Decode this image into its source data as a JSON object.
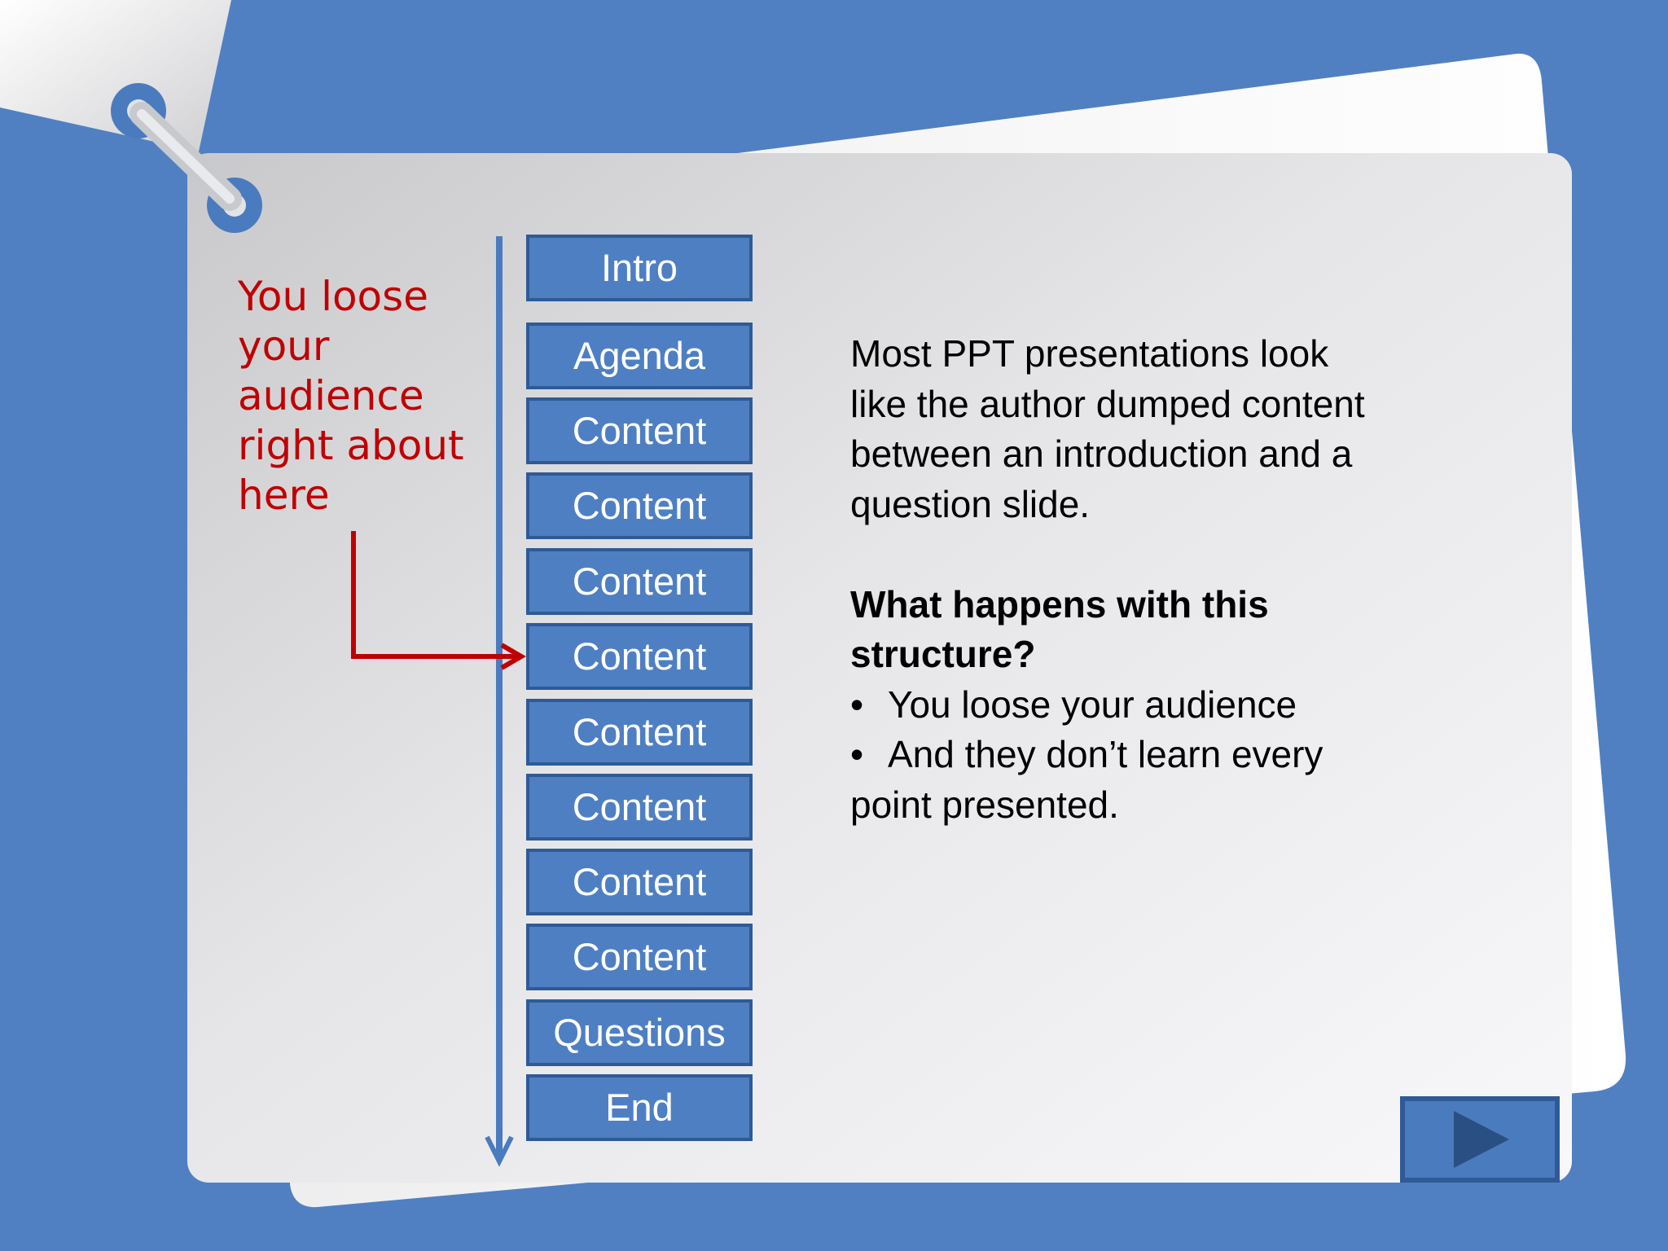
{
  "colors": {
    "background": "#5080c1",
    "sequence_box_fill": "#4e7fc3",
    "sequence_box_border": "#2f5a96",
    "annotation_red": "#c00000",
    "card": "#f2f2f4"
  },
  "annotation": {
    "text": "You loose\nyour\naudience\nright about\nhere"
  },
  "sequence": [
    {
      "label": "Intro"
    },
    {
      "label": "Agenda"
    },
    {
      "label": "Content"
    },
    {
      "label": "Content"
    },
    {
      "label": "Content"
    },
    {
      "label": "Content"
    },
    {
      "label": "Content"
    },
    {
      "label": "Content"
    },
    {
      "label": "Content"
    },
    {
      "label": "Content"
    },
    {
      "label": "Questions"
    },
    {
      "label": "End"
    }
  ],
  "body": {
    "intro_lines": [
      "Most PPT presentations look",
      "like the author dumped content",
      "between an introduction and a",
      "question slide."
    ],
    "question_lines": [
      "What happens with this",
      "structure?"
    ],
    "bullets": [
      "You loose your audience",
      "And they don’t learn every"
    ],
    "continuation": "point presented.",
    "bullet_glyph": "•"
  },
  "icons": {
    "next": "play-triangle-icon",
    "binder_ring": "binder-ring-icon"
  }
}
